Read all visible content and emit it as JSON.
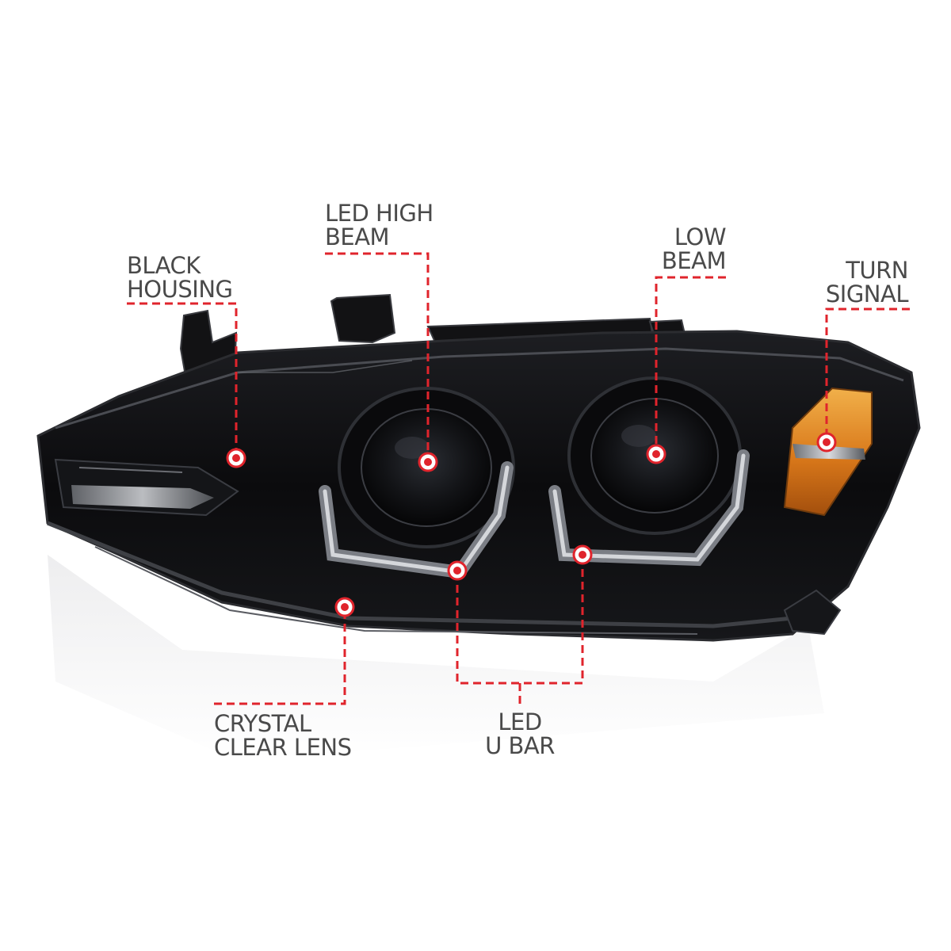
{
  "callouts": {
    "black_housing": [
      "BLACK",
      "HOUSING"
    ],
    "led_high_beam": [
      "LED HIGH",
      "BEAM"
    ],
    "low_beam": [
      "LOW",
      "BEAM"
    ],
    "turn_signal": [
      "TURN",
      "SIGNAL"
    ],
    "crystal_clear_lens": [
      "CRYSTAL",
      "CLEAR LENS"
    ],
    "led_u_bar": [
      "LED",
      "U BAR"
    ]
  },
  "colors": {
    "leader_line": "#e0242c",
    "marker": "#e0242c",
    "label_text": "#4a4a4a",
    "housing": "#0d0d0f",
    "turn_signal_amber": "#e08a1a"
  }
}
